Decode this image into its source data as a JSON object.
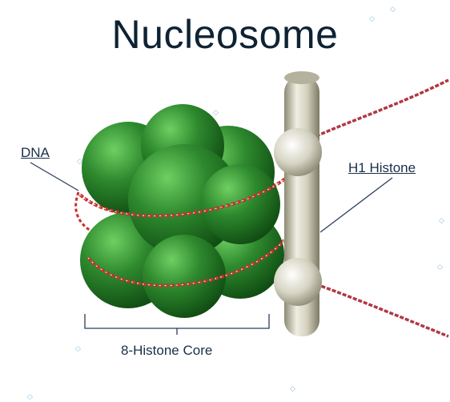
{
  "title": "Nucleosome",
  "labels": {
    "dna": "DNA",
    "h1_histone": "H1 Histone",
    "core": "8-Histone Core"
  },
  "colors": {
    "histone_core": "#2e8a2e",
    "histone_core_dark": "#0f4a12",
    "dna_strand": "#c7312b",
    "dna_strand_alt": "#4a5aa8",
    "h1_rod": "#d9d7c6",
    "title_text": "#0e2233",
    "label_text": "#1a2e4a"
  }
}
